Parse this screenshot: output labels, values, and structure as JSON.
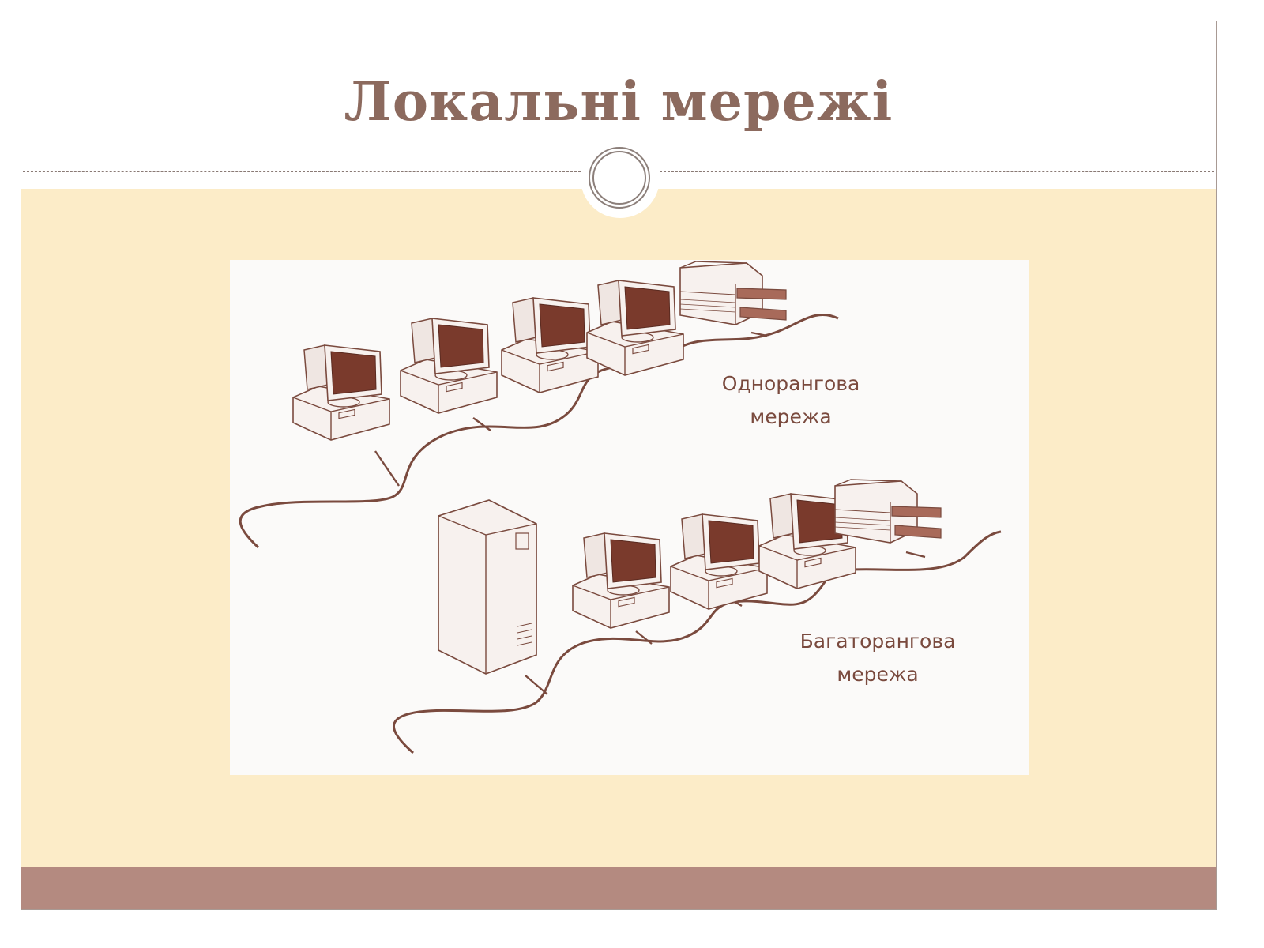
{
  "slide": {
    "title": "Локальні мережі"
  },
  "figure": {
    "peer_to_peer": {
      "label_line1": "Однорангова",
      "label_line2": "мережа",
      "workstations": 4,
      "printers": 1
    },
    "client_server": {
      "label_line1": "Багаторангова",
      "label_line2": "мережа",
      "servers": 1,
      "workstations": 3,
      "printers": 1
    }
  },
  "colors": {
    "title": "#8c6a5e",
    "content_background": "#fcecc8",
    "footer": "#b48a80",
    "line_art": "#7a4a3e",
    "screen": "#7a3a2c"
  }
}
